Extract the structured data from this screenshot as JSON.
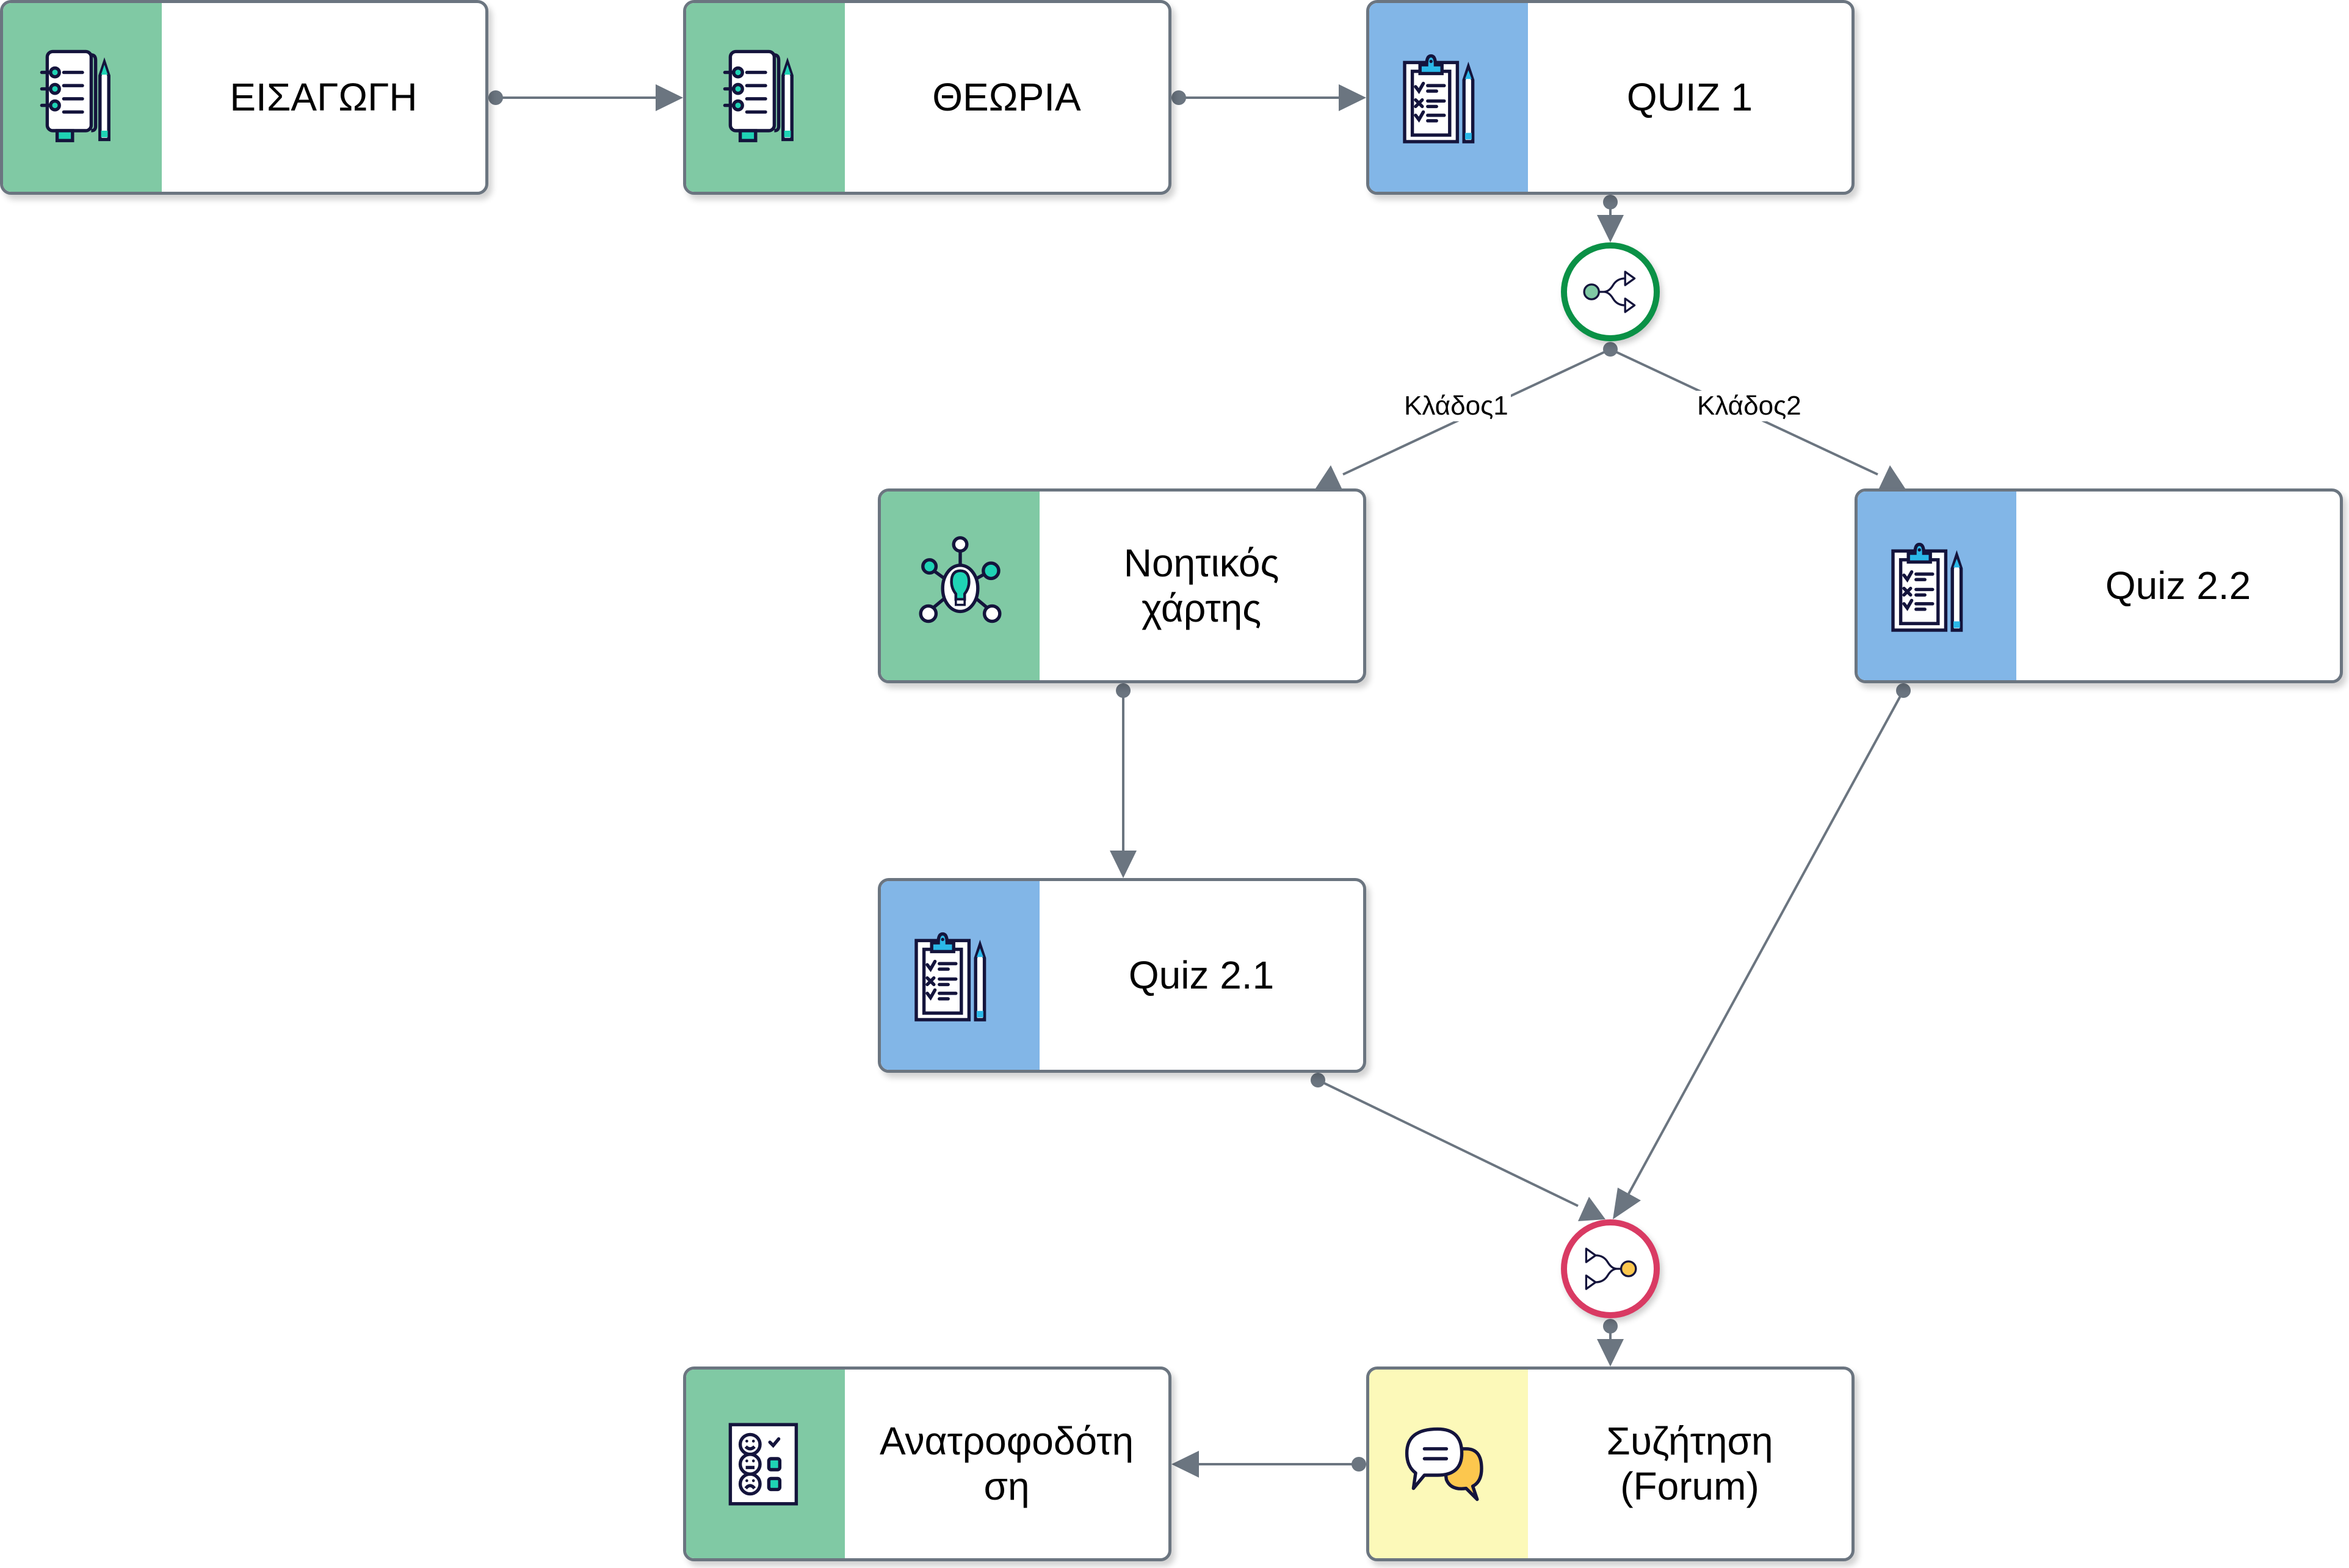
{
  "diagram": {
    "nodes": [
      {
        "id": "intro",
        "label": "ΕΙΣΑΓΩΓΗ",
        "icon": "notebook-pencil-icon",
        "stripe_color": "#80c9a4"
      },
      {
        "id": "theory",
        "label": "ΘΕΩΡΙΑ",
        "icon": "notebook-pencil-icon",
        "stripe_color": "#80c9a4"
      },
      {
        "id": "quiz1",
        "label": "QUIZ 1",
        "icon": "clipboard-checklist-icon",
        "stripe_color": "#82b6e7"
      },
      {
        "id": "mindmap",
        "label": "Νοητικός\nχάρτης",
        "icon": "mind-map-lightbulb-icon",
        "stripe_color": "#80c9a4"
      },
      {
        "id": "quiz22",
        "label": "Quiz 2.2",
        "icon": "clipboard-checklist-icon",
        "stripe_color": "#82b6e7"
      },
      {
        "id": "quiz21",
        "label": "Quiz 2.1",
        "icon": "clipboard-checklist-icon",
        "stripe_color": "#82b6e7"
      },
      {
        "id": "feedback",
        "label": "Ανατροφοδότη\nση",
        "icon": "feedback-survey-icon",
        "stripe_color": "#80c9a4"
      },
      {
        "id": "forum",
        "label": "Συζήτηση\n(Forum)",
        "icon": "chat-bubbles-icon",
        "stripe_color": "#fcf9b9"
      }
    ],
    "gates": [
      {
        "id": "split",
        "type": "branch-split",
        "icon": "split-branch-icon",
        "ring_color": "#0a9146"
      },
      {
        "id": "merge",
        "type": "branch-merge",
        "icon": "merge-branch-icon",
        "ring_color": "#d93a63"
      }
    ],
    "edges": [
      {
        "from": "intro",
        "to": "theory",
        "label": ""
      },
      {
        "from": "theory",
        "to": "quiz1",
        "label": ""
      },
      {
        "from": "quiz1",
        "to": "split",
        "label": ""
      },
      {
        "from": "split",
        "to": "mindmap",
        "label": "Κλάδος1"
      },
      {
        "from": "split",
        "to": "quiz22",
        "label": "Κλάδος2"
      },
      {
        "from": "mindmap",
        "to": "quiz21",
        "label": ""
      },
      {
        "from": "quiz21",
        "to": "merge",
        "label": ""
      },
      {
        "from": "quiz22",
        "to": "merge",
        "label": ""
      },
      {
        "from": "merge",
        "to": "forum",
        "label": ""
      },
      {
        "from": "forum",
        "to": "feedback",
        "label": ""
      }
    ],
    "edge_color": "#6b7580"
  }
}
